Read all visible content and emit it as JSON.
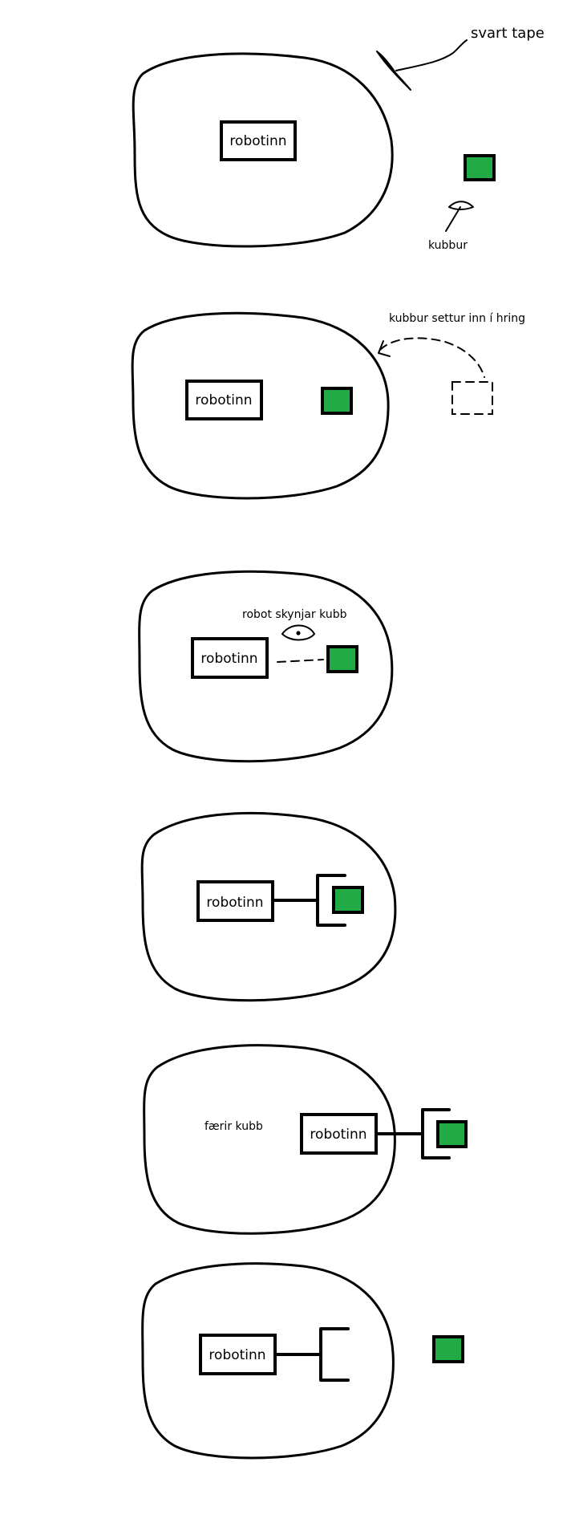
{
  "colors": {
    "cube": "#22aa44",
    "line": "#000000",
    "background": "#ffffff"
  },
  "labels": {
    "robot": "robotinn",
    "black_tape": "svart tape",
    "cube": "kubbur",
    "cube_inserted": "kubbur settur inn í hring",
    "robot_sees_cube": "robot skynjar kubb",
    "moves_cube": "færir kubb"
  },
  "panels": [
    {
      "step": 1,
      "robot_label": "robotinn",
      "cube_position": "outside ring",
      "annotations": [
        "svart tape",
        "kubbur"
      ]
    },
    {
      "step": 2,
      "robot_label": "robotinn",
      "cube_position": "inside ring",
      "annotations": [
        "kubbur settur inn í hring"
      ]
    },
    {
      "step": 3,
      "robot_label": "robotinn",
      "cube_position": "inside ring",
      "annotations": [
        "robot skynjar kubb"
      ]
    },
    {
      "step": 4,
      "robot_label": "robotinn",
      "cube_position": "grabbed by claw",
      "annotations": []
    },
    {
      "step": 5,
      "robot_label": "robotinn",
      "cube_position": "pushed past ring edge",
      "annotations": [
        "færir kubb"
      ]
    },
    {
      "step": 6,
      "robot_label": "robotinn",
      "cube_position": "outside ring",
      "annotations": []
    }
  ]
}
